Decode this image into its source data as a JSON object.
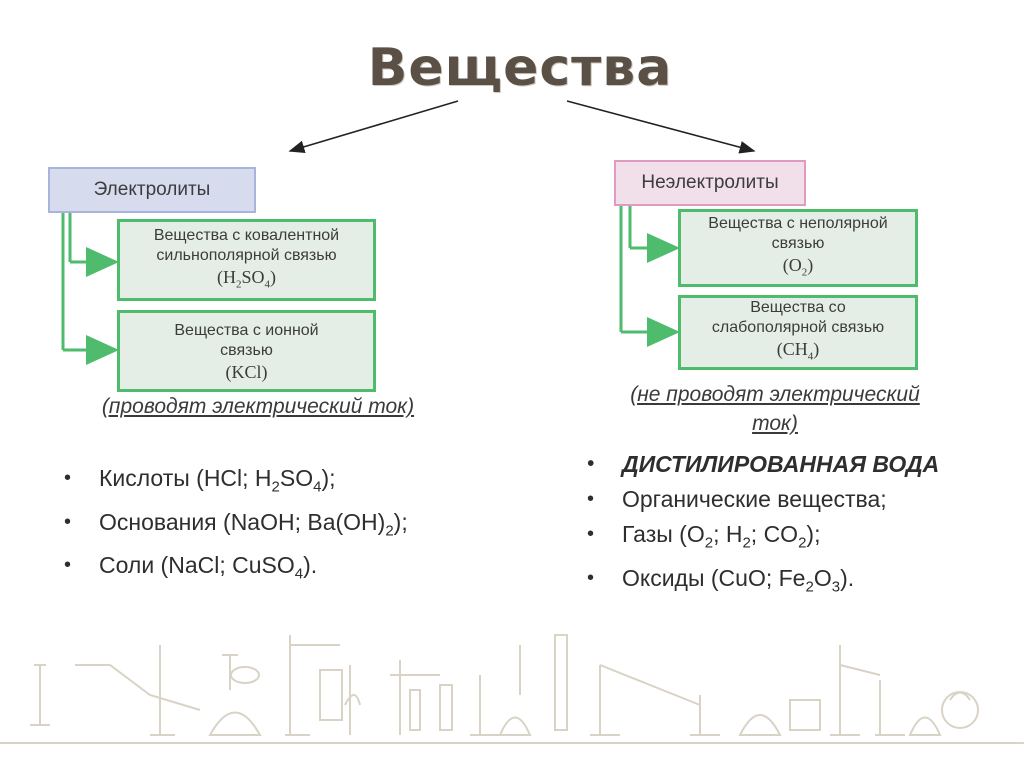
{
  "title": "Вещества",
  "electrolytes": {
    "header": "Электролиты",
    "box1": {
      "line1": "Вещества с ковалентной",
      "line2": "сильнополярной связью",
      "formula": {
        "open": "(H",
        "sub1": "2",
        "mid": "SO",
        "sub2": "4",
        "close": ")"
      }
    },
    "box2": {
      "line1": "Вещества с ионной",
      "line2": "связью",
      "formula": "(KCl)"
    },
    "note": "(проводят электрический ток)",
    "bullets": [
      {
        "a": "Кислоты (HCl; H",
        "s1": "2",
        "b": "SO",
        "s2": "4",
        "c": ");"
      },
      {
        "a": "Основания (NaOH; Ba(OH)",
        "s1": "2",
        "b": ");"
      },
      {
        "a": "Соли (NaCl; CuSO",
        "s1": "4",
        "b": ")."
      }
    ]
  },
  "nonelectrolytes": {
    "header": "Неэлектролиты",
    "box1": {
      "line1": "Вещества с неполярной",
      "line2": "связью",
      "formula": {
        "open": "(O",
        "sub1": "2",
        "close": ")"
      }
    },
    "box2": {
      "line1": "Вещества со",
      "line2": "слабополярной связью",
      "formula": {
        "open": "(CH",
        "sub1": "4",
        "close": ")"
      }
    },
    "note_line1": "(не проводят электрический",
    "note_line2": "ток)",
    "bullets": [
      {
        "text": "ДИСТИЛИРОВАННАЯ ВОДА"
      },
      {
        "text": "Органические вещества;"
      },
      {
        "a": "Газы (O",
        "s1": "2",
        "b": "; H",
        "s2": "2",
        "c": "; CO",
        "s3": "2",
        "d": ");"
      },
      {
        "a": "Оксиды (CuO; Fe",
        "s1": "2",
        "b": "O",
        "s2": "3",
        "c": ")."
      }
    ]
  },
  "colors": {
    "title": "#5a5046",
    "electrolyte_header_fill": "#d6dbee",
    "nonelectrolyte_header_fill": "#f1dfe9",
    "sub_box_border": "#4fbb6c",
    "sub_box_fill": "#e4eee6"
  },
  "decor": {
    "icon": "lab-equipment-illustration"
  }
}
